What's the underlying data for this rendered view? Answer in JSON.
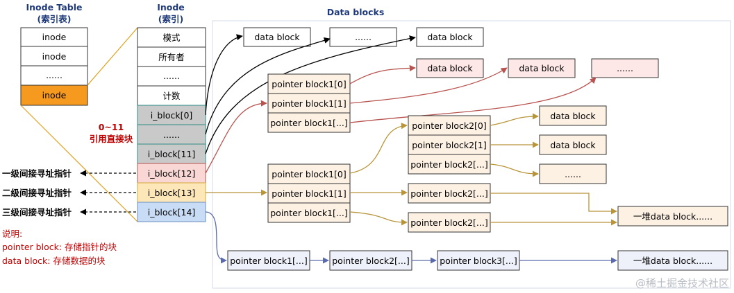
{
  "inode_table": {
    "title": "Inode Table",
    "subtitle": "(索引表)",
    "rows": [
      "inode",
      "inode",
      "......",
      "inode"
    ]
  },
  "inode": {
    "title": "Inode",
    "subtitle": "(索引)",
    "fields": [
      "模式",
      "所有者",
      "......",
      "计数"
    ],
    "direct": [
      "i_block[0]",
      "......",
      "i_block[11]"
    ],
    "single": "i_block[12]",
    "double": "i_block[13]",
    "triple": "i_block[14]"
  },
  "direct_note": [
    "0~11",
    "引用直接块"
  ],
  "labels": {
    "single": "一级间接寻址指针",
    "double": "二级间接寻址指针",
    "triple": "三级间接寻址指针"
  },
  "data_blocks_title": "Data blocks",
  "direct_blocks": [
    "data block",
    "......",
    "data block"
  ],
  "single_group": {
    "pointers": [
      "pointer block1[0]",
      "pointer block1[1]",
      "pointer block1[...]"
    ],
    "data": [
      "data block",
      "data block",
      "......"
    ]
  },
  "double_group": {
    "p1": [
      "pointer block1[0]",
      "pointer block1[1]",
      "pointer block1[...]"
    ],
    "p2a": [
      "pointer block2[0]",
      "pointer block2[1]",
      "pointer block2[...]"
    ],
    "data_a": [
      "data block",
      "data block",
      "......"
    ],
    "p2b": "pointer block2[...]",
    "p2c": "pointer block2[...]",
    "heap": "一堆data block......"
  },
  "triple_chain": [
    "pointer block1[...]",
    "pointer block2[...]",
    "pointer block3[...]",
    "一堆data block......"
  ],
  "legend": {
    "title": "说明:",
    "line1": "pointer block: 存储指针的块",
    "line2": "data block: 存储数据的块"
  },
  "watermark": "@稀土掘金技术社区"
}
